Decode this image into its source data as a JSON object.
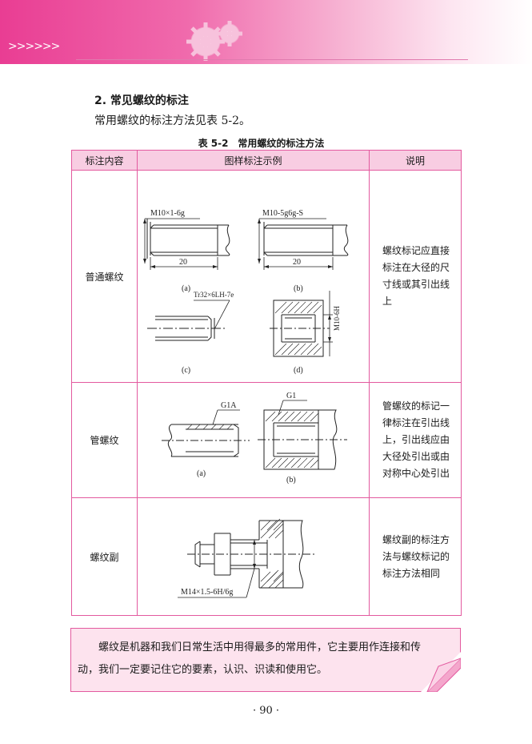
{
  "header": {
    "chevrons": ">>>>>>",
    "accent_color": "#e93d93"
  },
  "section": {
    "title": "2. 常见螺纹的标注",
    "intro": "常用螺纹的标注方法见表 5-2。"
  },
  "table": {
    "caption_number": "表 5-2",
    "caption_title": "常用螺纹的标注方法",
    "headers": [
      "标注内容",
      "图样标注示例",
      "说明"
    ],
    "rows": [
      {
        "label": "普通螺纹",
        "description": "螺纹标记应直接标注在大径的尺寸线或其引出线上",
        "figure": {
          "a_mark": "M10×1-6g",
          "a_dim": "20",
          "a_label": "(a)",
          "b_mark": "M10-5g6g-S",
          "b_dim": "20",
          "b_label": "(b)",
          "c_mark": "Tr32×6LH-7e",
          "c_label": "(c)",
          "d_mark": "M10-6H",
          "d_label": "(d)"
        }
      },
      {
        "label": "管螺纹",
        "description": "管螺纹的标记一律标注在引出线上，引出线应由大径处引出或由对称中心处引出",
        "figure": {
          "a_mark": "G1A",
          "a_label": "(a)",
          "b_mark": "G1",
          "b_label": "(b)"
        }
      },
      {
        "label": "螺纹副",
        "description": "螺纹副的标注方法与螺纹标记的标注方法相同",
        "figure": {
          "mark": "M14×1.5-6H/6g"
        }
      }
    ]
  },
  "note": {
    "text": "螺纹是机器和我们日常生活中用得最多的常用件，它主要用作连接和传动，我们一定要记住它的要素，认识、识读和使用它。"
  },
  "page_number": "· 90 ·"
}
